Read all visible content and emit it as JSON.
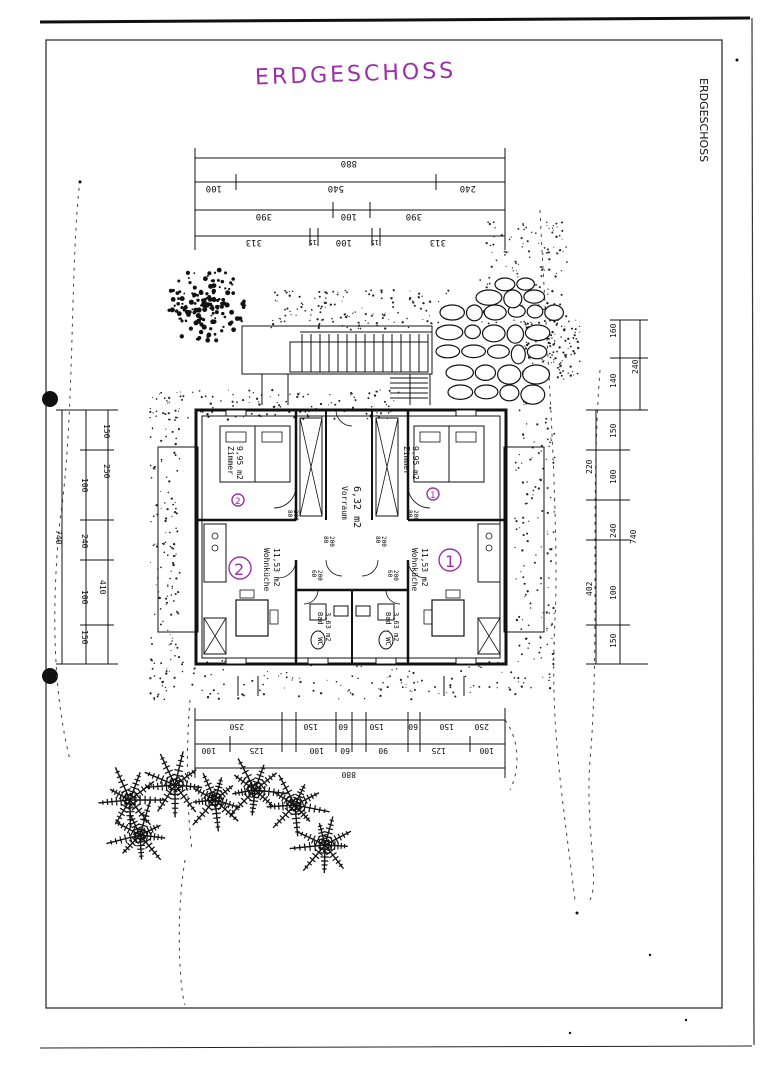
{
  "title": "ERDGESCHOSS",
  "side_title": "ERDGESCHOSS",
  "colors": {
    "annotation": "#9b2fa6",
    "ink": "#111111",
    "paper": "#ffffff"
  },
  "dims_top": {
    "total": "880",
    "row2": [
      "100",
      "540",
      "240"
    ],
    "row3": [
      "390",
      "100",
      "390"
    ],
    "row4": [
      "313",
      "15",
      "100",
      "15",
      "313"
    ]
  },
  "dims_bottom": {
    "row1": [
      "250",
      "150",
      "60",
      "150",
      "60",
      "150",
      "250"
    ],
    "row2": [
      "100",
      "125",
      "100",
      "60",
      "90",
      "125",
      "100"
    ],
    "total": "880"
  },
  "dims_left": [
    "150",
    "250",
    "100",
    "410",
    "240",
    "100",
    "150",
    "740"
  ],
  "dims_right": [
    "160",
    "140",
    "240",
    "150",
    "220",
    "100",
    "240",
    "740",
    "402",
    "100",
    "150"
  ],
  "rooms": {
    "zimmer_2": {
      "label": "Zimmer",
      "area": "9,95 m2"
    },
    "zimmer_1": {
      "label": "Zimmer",
      "area": "9,95 m2"
    },
    "vorraum": {
      "label": "Vorraum",
      "area": "6,32 m2"
    },
    "wohnkueche_2": {
      "label": "Wohnküche",
      "area": "11,53 m2"
    },
    "wohnkueche_1": {
      "label": "Wohnküche",
      "area": "11,53 m2"
    },
    "bad_2": {
      "label": "Bad - WC",
      "area": "3,63 m2"
    },
    "bad_1": {
      "label": "Bad - WC",
      "area": "3,63 m2"
    }
  },
  "unit_marks": {
    "big_left": "2",
    "big_right": "1",
    "small_left": "2",
    "small_right": "1"
  },
  "door_dims": [
    "80",
    "200",
    "80",
    "200",
    "80",
    "200",
    "80",
    "200",
    "60",
    "200",
    "60",
    "200"
  ]
}
